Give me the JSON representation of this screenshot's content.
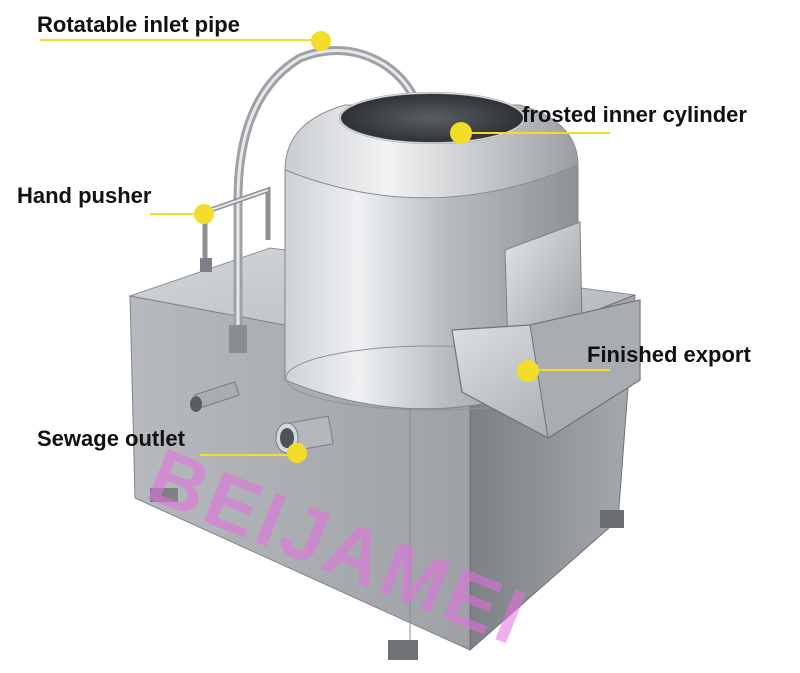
{
  "labels": {
    "inlet_pipe": "Rotatable inlet pipe",
    "inner_cylinder": "frosted inner cylinder",
    "hand_pusher": "Hand pusher",
    "finished_export": "Finished export",
    "sewage_outlet": "Sewage outlet"
  },
  "watermark": "BEIJAMEI",
  "colors": {
    "callout_dot": "#f2dd2a",
    "callout_line": "#f2dd2a",
    "watermark": "#e66ee0",
    "steel_light": "#d9dcdf",
    "steel_mid": "#a9adb2",
    "steel_dark": "#6f7378"
  }
}
